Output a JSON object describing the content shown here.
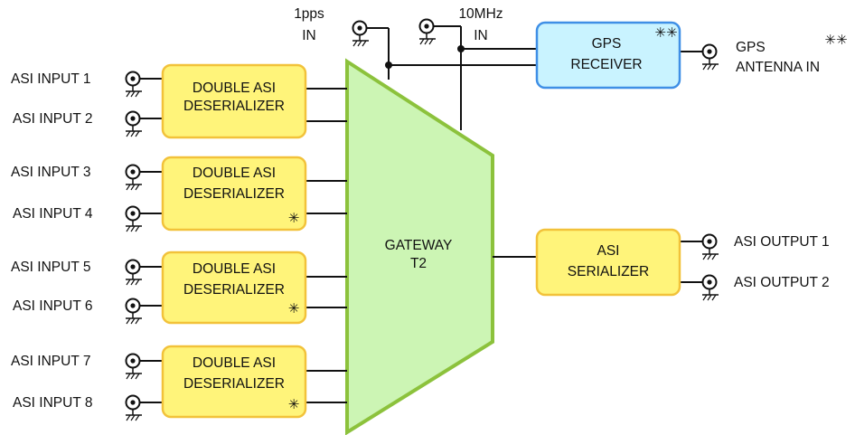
{
  "inputs": [
    {
      "label": "ASI INPUT 1"
    },
    {
      "label": "ASI INPUT 2"
    },
    {
      "label": "ASI INPUT 3"
    },
    {
      "label": "ASI INPUT 4"
    },
    {
      "label": "ASI INPUT 5"
    },
    {
      "label": "ASI INPUT 6"
    },
    {
      "label": "ASI INPUT 7"
    },
    {
      "label": "ASI INPUT 8"
    }
  ],
  "deserializers": [
    {
      "line1": "DOUBLE ASI",
      "line2": "DESERIALIZER",
      "mark": ""
    },
    {
      "line1": "DOUBLE ASI",
      "line2": "DESERIALIZER",
      "mark": "✳"
    },
    {
      "line1": "DOUBLE ASI",
      "line2": "DESERIALIZER",
      "mark": "✳"
    },
    {
      "line1": "DOUBLE ASI",
      "line2": "DESERIALIZER",
      "mark": "✳"
    }
  ],
  "gateway": {
    "line1": "GATEWAY",
    "line2": "T2"
  },
  "serializer": {
    "line1": "ASI",
    "line2": "SERIALIZER"
  },
  "outputs": [
    {
      "label": "ASI OUTPUT 1"
    },
    {
      "label": "ASI OUTPUT 2"
    }
  ],
  "pps": {
    "line1": "1pps",
    "line2": "IN"
  },
  "tenmhz": {
    "line1": "10MHz",
    "line2": "IN"
  },
  "gps_receiver": {
    "line1": "GPS",
    "line2": "RECEIVER",
    "mark": "✳✳"
  },
  "gps_antenna": {
    "line1": "GPS",
    "line2": "ANTENNA IN"
  },
  "option_note": {
    "mark": "✳✳"
  },
  "colors": {
    "yellow_fill": "#fff47a",
    "yellow_border": "#f2c23a",
    "green_fill": "#ccf5b4",
    "green_border": "#8cc23c",
    "blue_fill": "#c9f3ff",
    "blue_border": "#3f8fe6",
    "line": "#111111"
  }
}
